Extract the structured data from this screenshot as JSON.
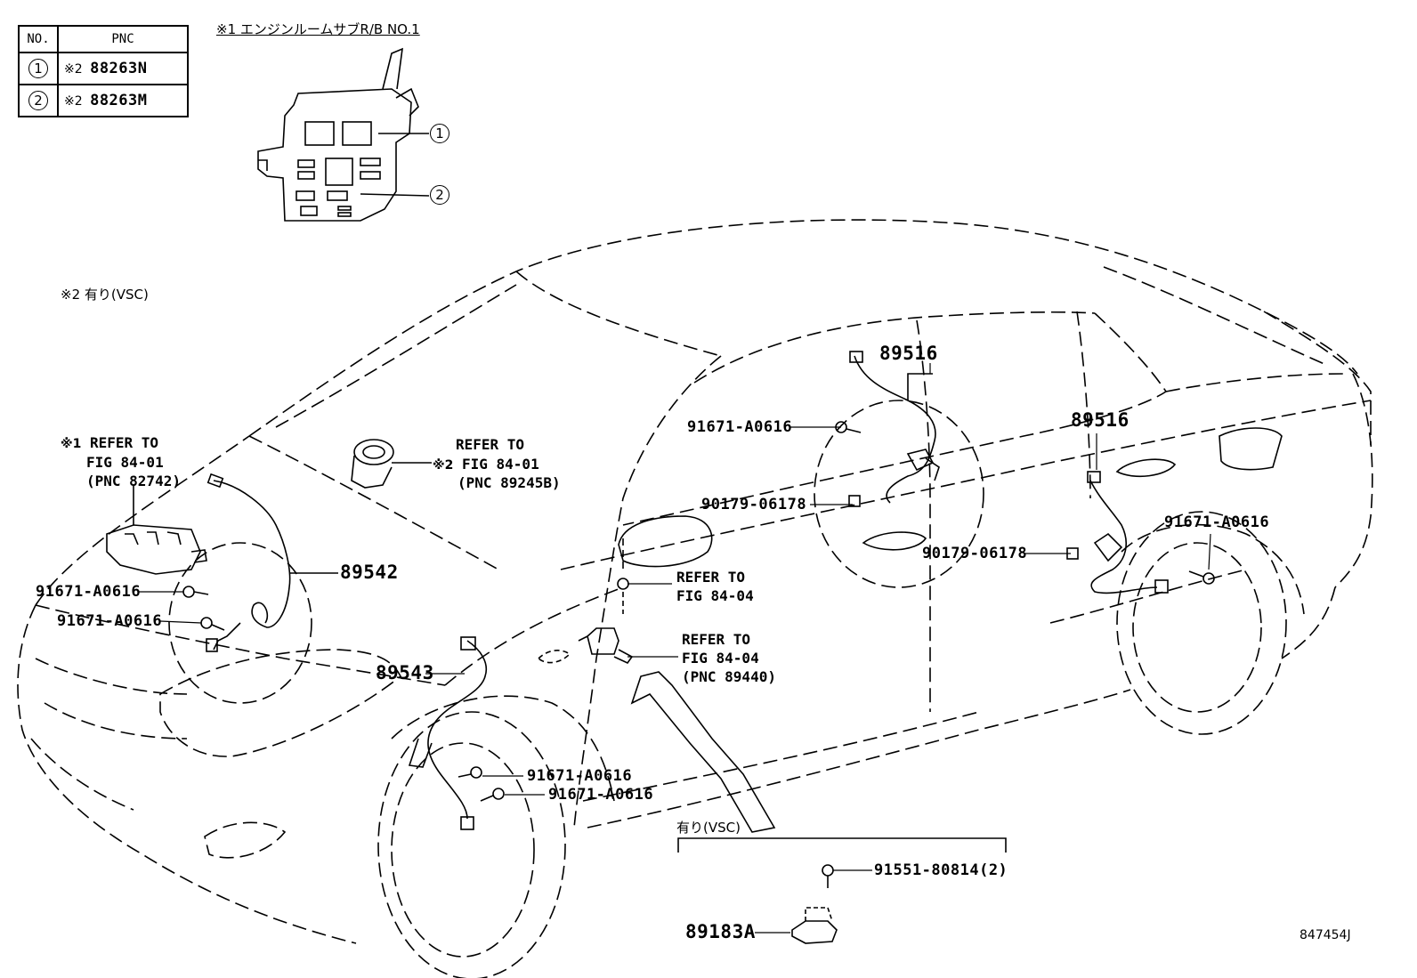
{
  "table": {
    "header_no": "NO.",
    "header_pnc": "PNC",
    "rows": [
      {
        "no": "1",
        "mark": "※2",
        "pnc": "88263N"
      },
      {
        "no": "2",
        "mark": "※2",
        "pnc": "88263M"
      }
    ]
  },
  "notes": {
    "n1": "※1 エンジンルームサブR/B NO.1",
    "n2": "※2 有り(VSC)"
  },
  "callouts": {
    "c1": "1",
    "c2": "2"
  },
  "refs": {
    "relay_block_mark": "※1",
    "relay_block_refer": "REFER TO",
    "relay_block_fig": "FIG 84-01",
    "relay_block_pnc": "(PNC 82742)",
    "spiral_mark": "※2",
    "spiral_refer": "REFER TO",
    "spiral_fig": "FIG 84-01",
    "spiral_pnc": "(PNC 89245B)",
    "mirror_refer": "REFER TO",
    "mirror_fig": "FIG 84-04",
    "sensor_refer": "REFER TO",
    "sensor_fig": "FIG 84-04",
    "sensor_pnc": "(PNC 89440)"
  },
  "parts": {
    "p89516_a": "89516",
    "p89516_b": "89516",
    "p89542": "89542",
    "p89543": "89543",
    "p91671_1": "91671-A0616",
    "p91671_2": "91671-A0616",
    "p91671_3": "91671-A0616",
    "p91671_4": "91671-A0616",
    "p91671_5": "91671-A0616",
    "p91671_6": "91671-A0616",
    "p90179_1": "90179-06178",
    "p90179_2": "90179-06178",
    "p91551": "91551-80814(2)",
    "p89183A": "89183A"
  },
  "vsc_box": {
    "label": "有り(VSC)"
  },
  "figure_id": "847454J"
}
